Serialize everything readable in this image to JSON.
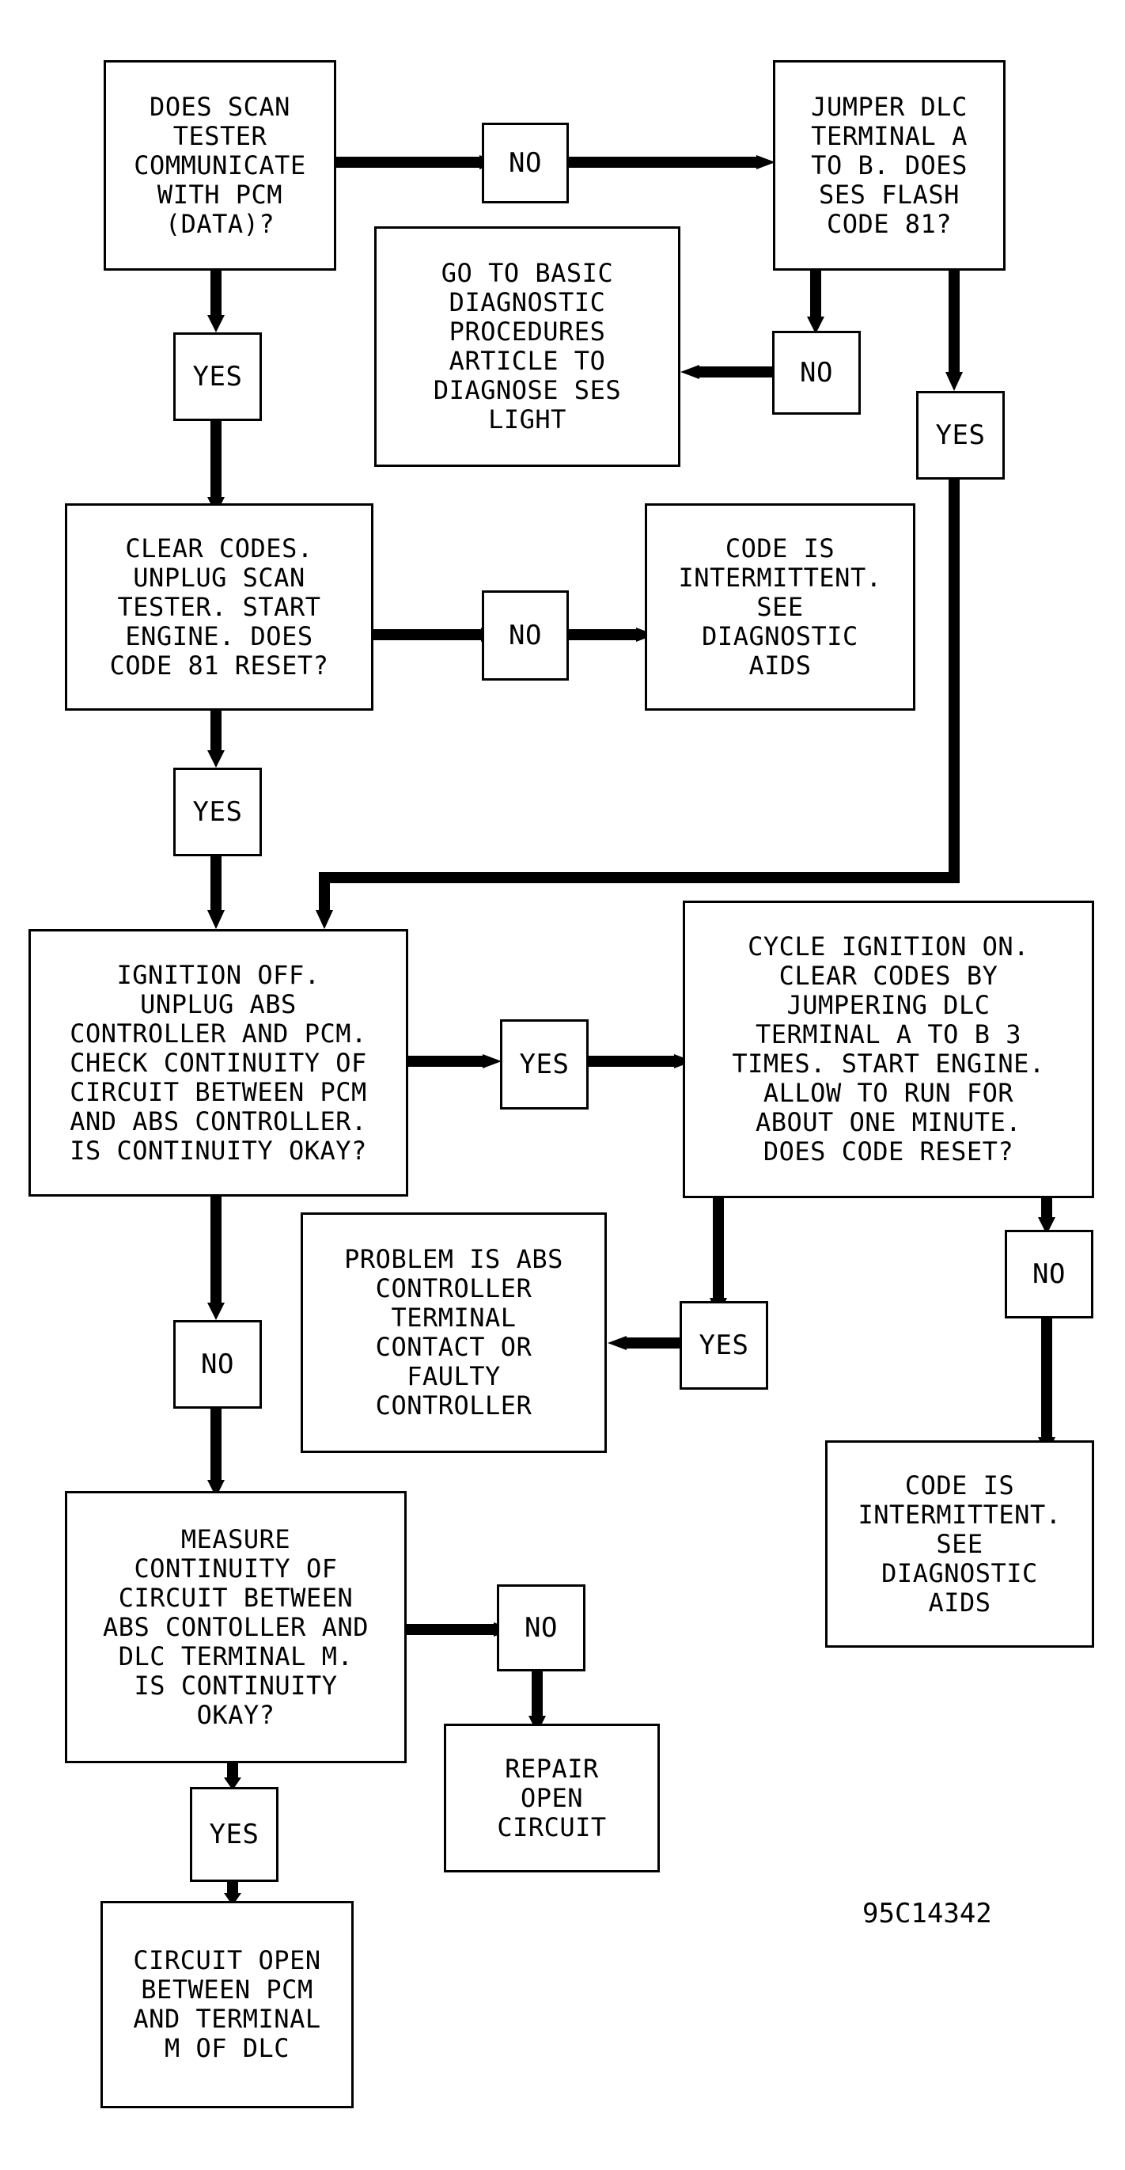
{
  "nodes": {
    "scan_tester": "DOES SCAN\nTESTER\nCOMMUNICATE\nWITH PCM\n(DATA)?",
    "no1": "NO",
    "jumper_dlc": "JUMPER DLC\nTERMINAL A\nTO B. DOES\nSES FLASH\nCODE 81?",
    "go_basic": "GO TO BASIC\nDIAGNOSTIC\nPROCEDURES\nARTICLE TO\nDIAGNOSE SES\nLIGHT",
    "no2": "NO",
    "yes1": "YES",
    "yes2": "YES",
    "clear_codes": "CLEAR CODES.\nUNPLUG SCAN\nTESTER. START\nENGINE. DOES\nCODE 81 RESET?",
    "no3": "NO",
    "intermittent1": "CODE IS\nINTERMITTENT.\nSEE\nDIAGNOSTIC\nAIDS",
    "yes3": "YES",
    "ignition_off": "IGNITION OFF.\nUNPLUG ABS\nCONTROLLER AND PCM.\nCHECK CONTINUITY OF\nCIRCUIT BETWEEN PCM\nAND ABS CONTROLLER.\nIS CONTINUITY OKAY?",
    "yes4": "YES",
    "cycle_ignition": "CYCLE IGNITION ON.\nCLEAR CODES BY\nJUMPERING DLC\nTERMINAL A TO B 3\nTIMES. START ENGINE.\nALLOW TO RUN FOR\nABOUT ONE MINUTE.\nDOES CODE RESET?",
    "problem_abs": "PROBLEM IS ABS\nCONTROLLER\nTERMINAL\nCONTACT OR\nFAULTY\nCONTROLLER",
    "yes5": "YES",
    "no4": "NO",
    "no5": "NO",
    "intermittent2": "CODE IS\nINTERMITTENT.\nSEE\nDIAGNOSTIC\nAIDS",
    "measure": "MEASURE\nCONTINUITY OF\nCIRCUIT BETWEEN\nABS CONTOLLER AND\nDLC TERMINAL M.\nIS CONTINUITY\nOKAY?",
    "no6": "NO",
    "repair": "REPAIR\nOPEN\nCIRCUIT",
    "yes6": "YES",
    "circuit_open": "CIRCUIT OPEN\nBETWEEN PCM\nAND TERMINAL\nM OF DLC"
  },
  "figure_id": "95C14342",
  "line_color": "#000000"
}
